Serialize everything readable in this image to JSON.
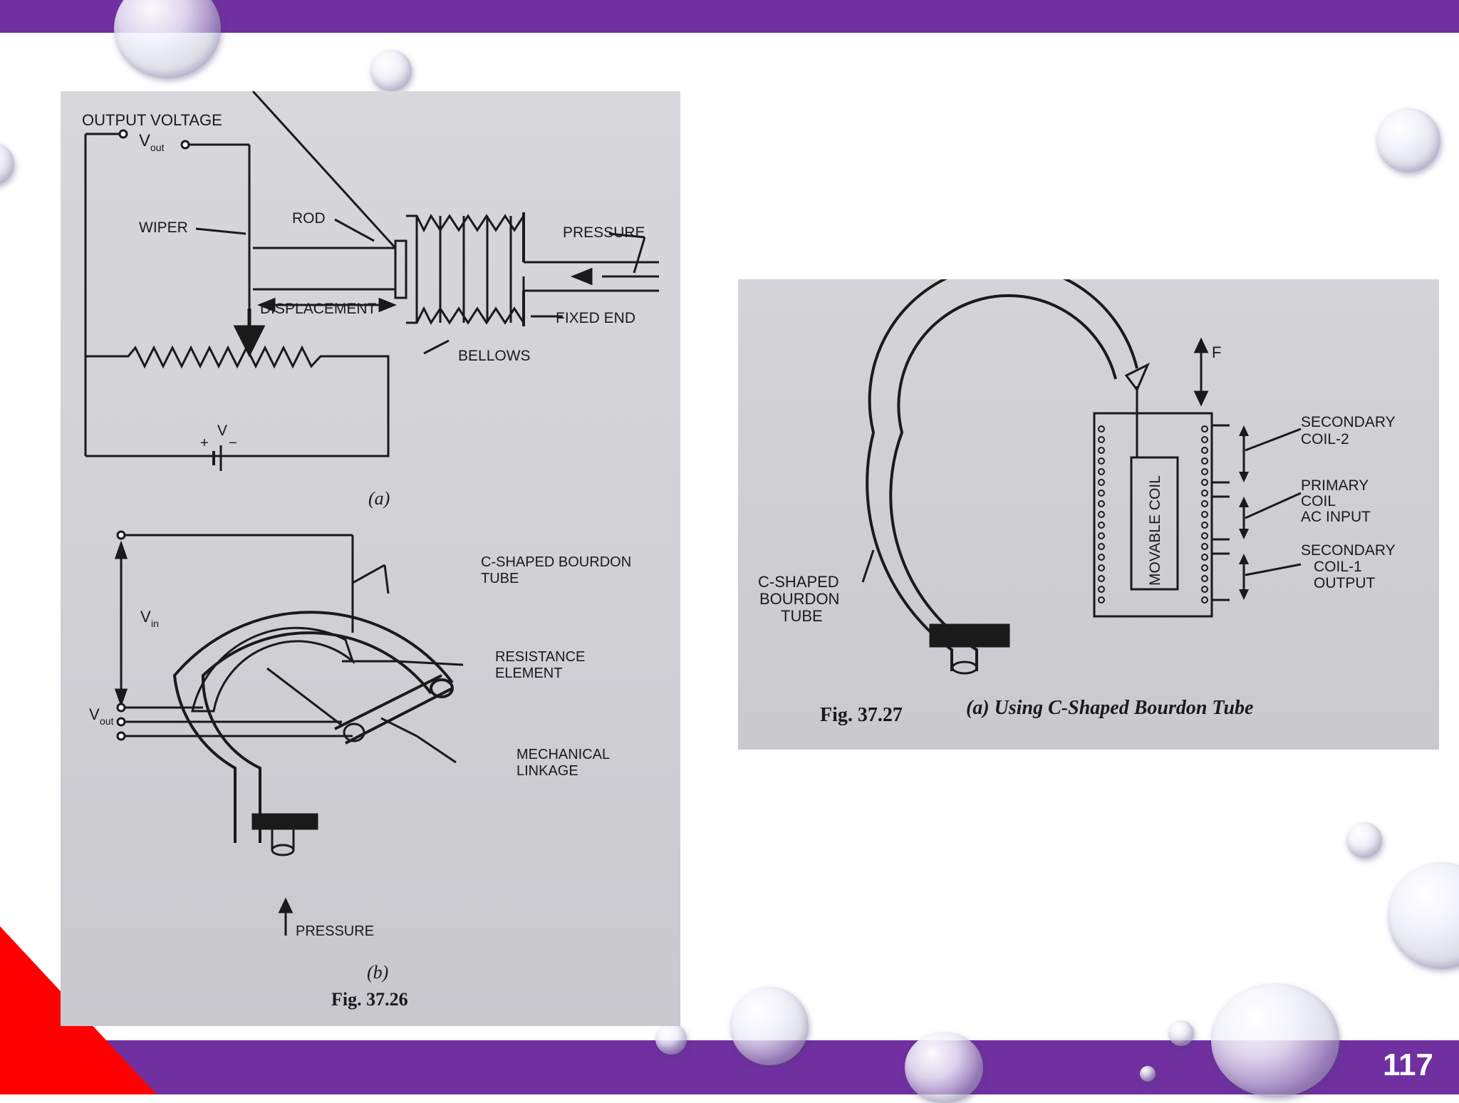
{
  "slide": {
    "page_number": "117",
    "colors": {
      "band": "#7030a0",
      "accent": "#ff0000",
      "photo_bg": "#d2d2d6"
    }
  },
  "figure_a": {
    "labels": {
      "output_voltage": "OUTPUT VOLTAGE",
      "vout": "V",
      "vout_sub": "out",
      "wiper": "WIPER",
      "rod": "ROD",
      "pressure": "PRESSURE",
      "displacement": "DISPLACEMENT",
      "fixed_end": "FIXED END",
      "bellows": "BELLOWS",
      "battery_v": "V",
      "plus": "+",
      "minus": "−",
      "sub_a": "(a)",
      "c_bourdon": "C-SHAPED BOURDON",
      "tube": "TUBE",
      "vin": "V",
      "vin_sub": "in",
      "vout2": "V",
      "vout2_sub": "out",
      "resistance": "RESISTANCE",
      "element": "ELEMENT",
      "mechanical": "MECHANICAL",
      "linkage": "LINKAGE",
      "pressure2": "PRESSURE",
      "sub_b": "(b)",
      "fig": "Fig. 37.26"
    }
  },
  "figure_b": {
    "labels": {
      "f": "F",
      "secondary2_a": "SECONDARY",
      "secondary2_b": "COIL-2",
      "primary_a": "PRIMARY",
      "primary_b": "COIL",
      "primary_c": "AC INPUT",
      "secondary1_a": "SECONDARY",
      "secondary1_b": "COIL-1",
      "secondary1_c": "OUTPUT",
      "movable_coil": "MOVABLE COIL",
      "c_shaped": "C-SHAPED",
      "bourdon": "BOURDON",
      "tube": "TUBE",
      "fig_num": "Fig. 37.27",
      "fig_caption": "(a) Using C-Shaped Bourdon Tube"
    }
  }
}
